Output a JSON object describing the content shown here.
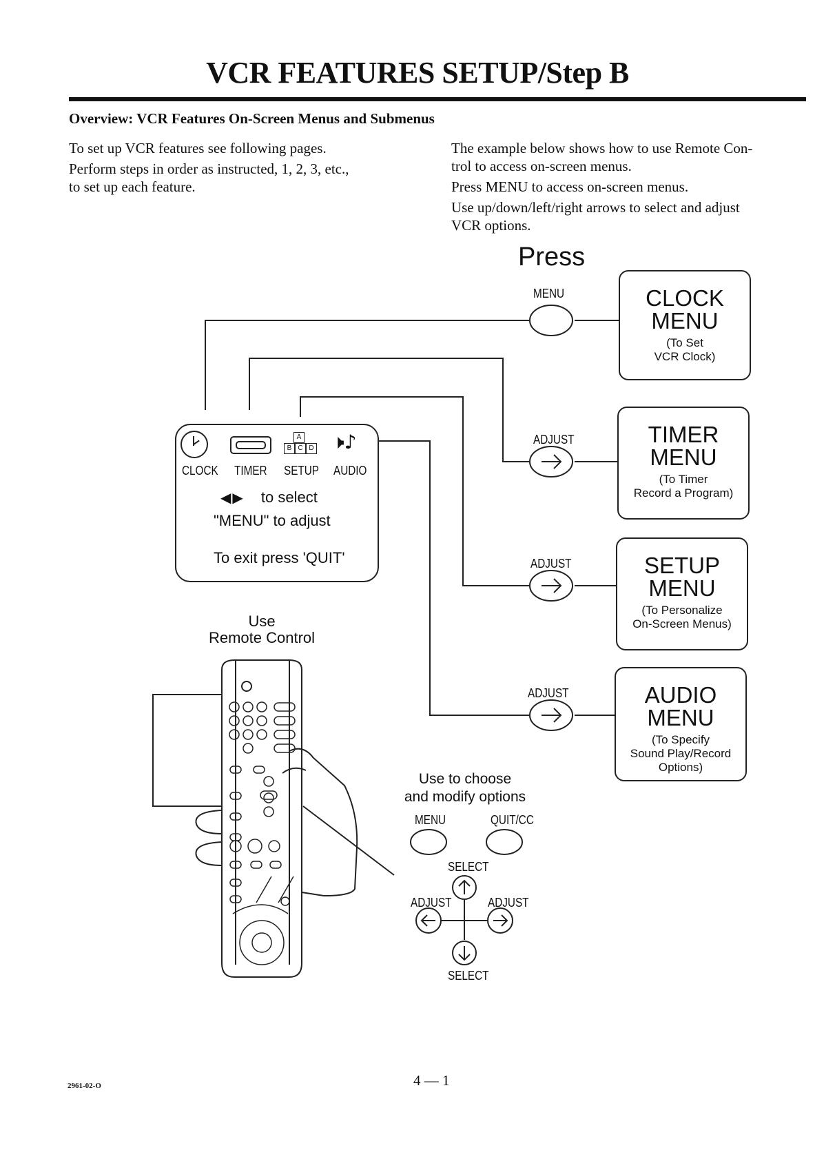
{
  "header": {
    "title": "VCR FEATURES SETUP/Step B",
    "subheading": "Overview: VCR Features On-Screen Menus and Submenus"
  },
  "intro_left": [
    "To set up VCR features see following pages.",
    "Perform steps in order as instructed, 1, 2, 3, etc.,",
    "to set up each feature."
  ],
  "intro_right": [
    "The example below shows how to use Remote Con-",
    "trol to access on-screen menus.",
    "Press MENU to access on-screen menus.",
    "Use up/down/left/right arrows to select and adjust",
    "VCR options."
  ],
  "diagram": {
    "press_label": "Press",
    "menu_button_label": "MENU",
    "adjust_label": "ADJUST",
    "menus": [
      {
        "title_line1": "CLOCK",
        "title_line2": "MENU",
        "sub_line1": "(To Set",
        "sub_line2": "VCR Clock)"
      },
      {
        "title_line1": "TIMER",
        "title_line2": "MENU",
        "sub_line1": "(To Timer",
        "sub_line2": "Record a Program)"
      },
      {
        "title_line1": "SETUP",
        "title_line2": "MENU",
        "sub_line1": "(To Personalize",
        "sub_line2": "On-Screen Menus)"
      },
      {
        "title_line1": "AUDIO",
        "title_line2": "MENU",
        "sub_line1": "(To Specify",
        "sub_line2": "Sound Play/Record",
        "sub_line3": "Options)"
      }
    ],
    "onscreen": {
      "icon_labels": [
        "CLOCK",
        "TIMER",
        "SETUP",
        "AUDIO"
      ],
      "select_hint": "to select",
      "adjust_hint": "\"MENU\" to adjust",
      "exit_hint": "To exit press 'QUIT'"
    },
    "remote_caption_line1": "Use",
    "remote_caption_line2": "Remote Control",
    "choose_line1": "Use to choose",
    "choose_line2": "and modify options",
    "buttons": {
      "menu": "MENU",
      "quit": "QUIT/CC",
      "select": "SELECT",
      "adjust": "ADJUST"
    }
  },
  "footer": {
    "doc_code": "2961-02-O",
    "page_number": "4 — 1"
  }
}
